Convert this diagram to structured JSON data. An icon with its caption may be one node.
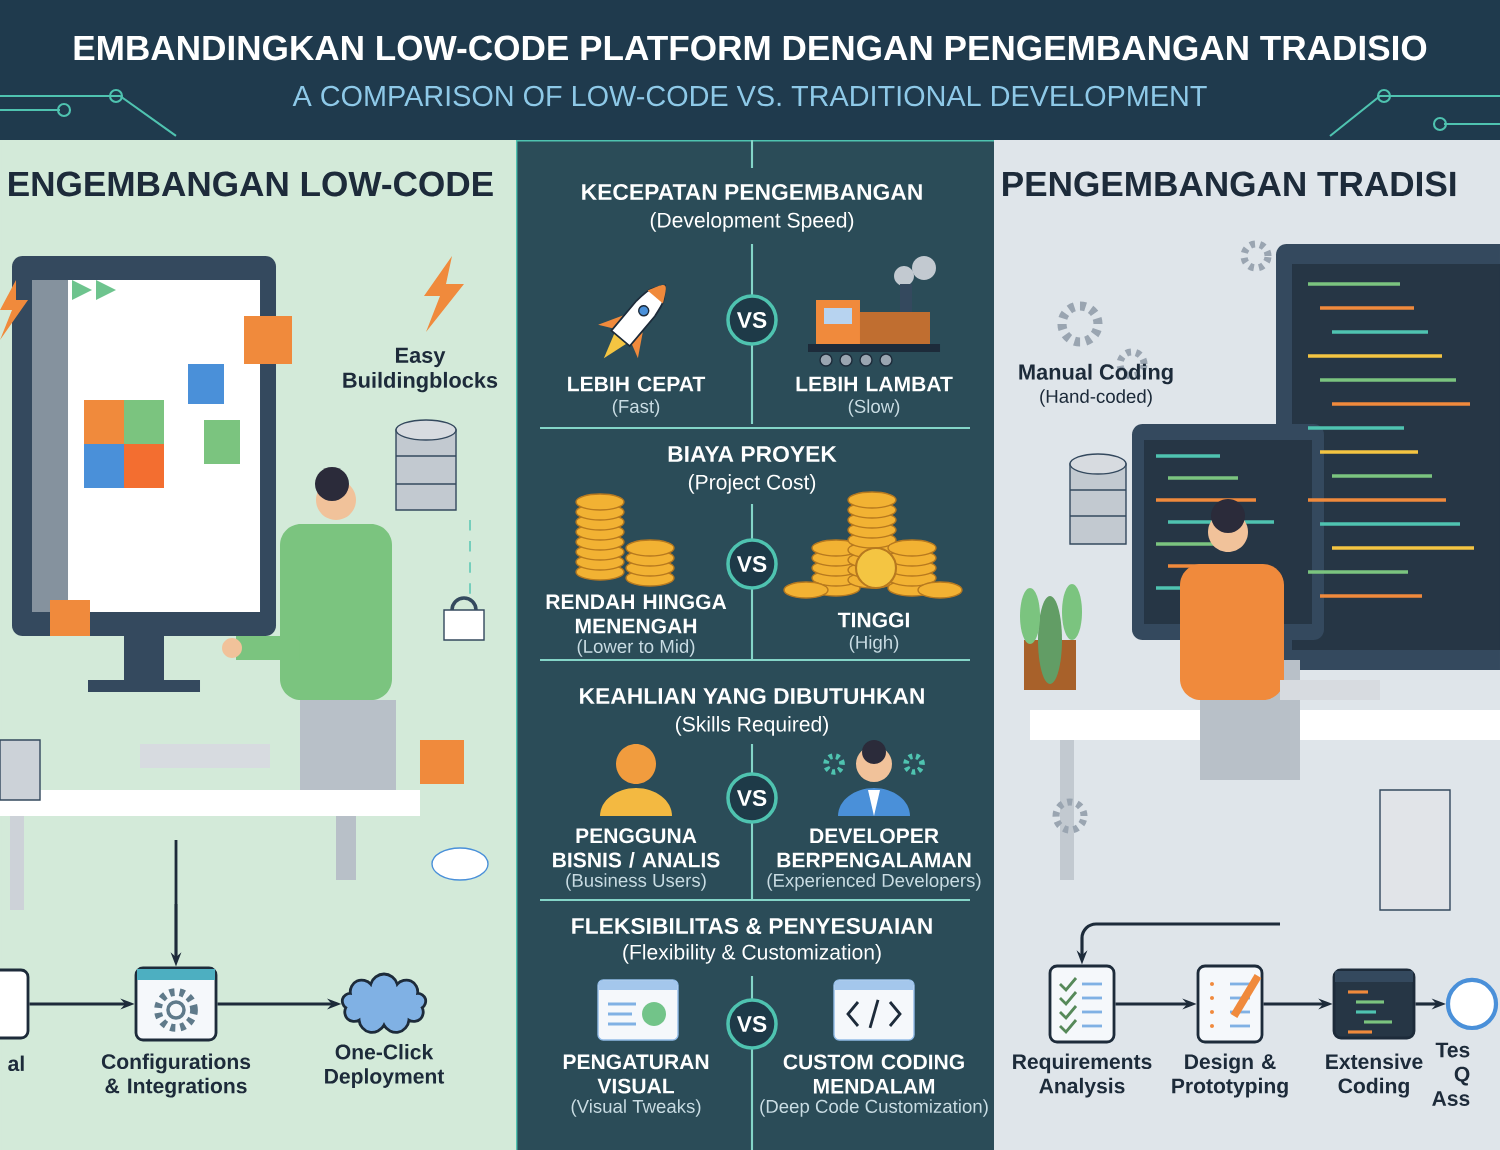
{
  "diagram": {
    "title": "EMBANDINGKAN LOW-CODE PLATFORM DENGAN PENGEMBANGAN TRADISIO",
    "nodes": [
      {
        "text": [
          "ENGEMBANGAN LOW-CODE"
        ]
      },
      {
        "text": [],
        "shape": "box"
      },
      {
        "text": [
          "PENGEMBANGAN TRADISI"
        ]
      },
      {
        "text": [
          "VS"
        ],
        "in": 1
      },
      {
        "text": [
          "VS"
        ],
        "in": 1
      },
      {
        "text": [
          "VS"
        ],
        "in": 1
      },
      {
        "text": [
          "VS"
        ],
        "in": 1
      },
      {
        "text": [
          "al"
        ],
        "in": 0
      },
      {
        "text": [
          "Configurations & Integrations"
        ],
        "in": 0
      },
      {
        "text": [
          "One-Click Deployment"
        ],
        "in": 0
      },
      {
        "text": [
          "Requirements Analysis"
        ],
        "in": 2
      },
      {
        "text": [
          "Design & Prototyping"
        ],
        "in": 2
      },
      {
        "text": [
          "Extensive Coding"
        ],
        "in": 2
      },
      {
        "text": [
          "Tes Q Ass"
        ],
        "in": 2
      }
    ],
    "edges": [
      {
        "from": null,
        "to": 8,
        "arrow": "to"
      },
      {
        "from": 7,
        "to": 8,
        "arrow": "to"
      },
      {
        "from": 8,
        "to": 9,
        "arrow": "to"
      },
      {
        "from": null,
        "to": 10,
        "arrow": "to"
      },
      {
        "from": 10,
        "to": 11,
        "arrow": "to"
      },
      {
        "from": 11,
        "to": 12,
        "arrow": "to"
      },
      {
        "from": 12,
        "to": 13,
        "arrow": "to"
      }
    ],
    "labels": [
      "A COMPARISON OF LOW-CODE VS. TRADITIONAL DEVELOPMENT",
      "Easy Buildingblocks",
      "KECEPATAN PENGEMBANGAN",
      "(Development Speed)",
      "LEBIH CEPAT",
      "(Fast)",
      "LEBIH LAMBAT",
      "(Slow)",
      "BIAYA PROYEK",
      "(Project Cost)",
      "RENDAH HINGGA MENENGAH",
      "(Lower to Mid)",
      "TINGGI",
      "(High)",
      "KEAHLIAN YANG DIBUTUHKAN",
      "(Skills Required)",
      "PENGGUNA BISNIS / ANALIS",
      "(Business Users)",
      "DEVELOPER BERPENGALAMAN",
      "(Experienced Developers)",
      "FLEKSIBILITAS & PENYESUAIAN",
      "(Flexibility & Customization)",
      "PENGATURAN VISUAL",
      "(Visual Tweaks)",
      "CUSTOM CODING MENDALAM",
      "(Deep Code Customization)",
      "Manual Coding",
      "(Hand-coded)"
    ]
  }
}
